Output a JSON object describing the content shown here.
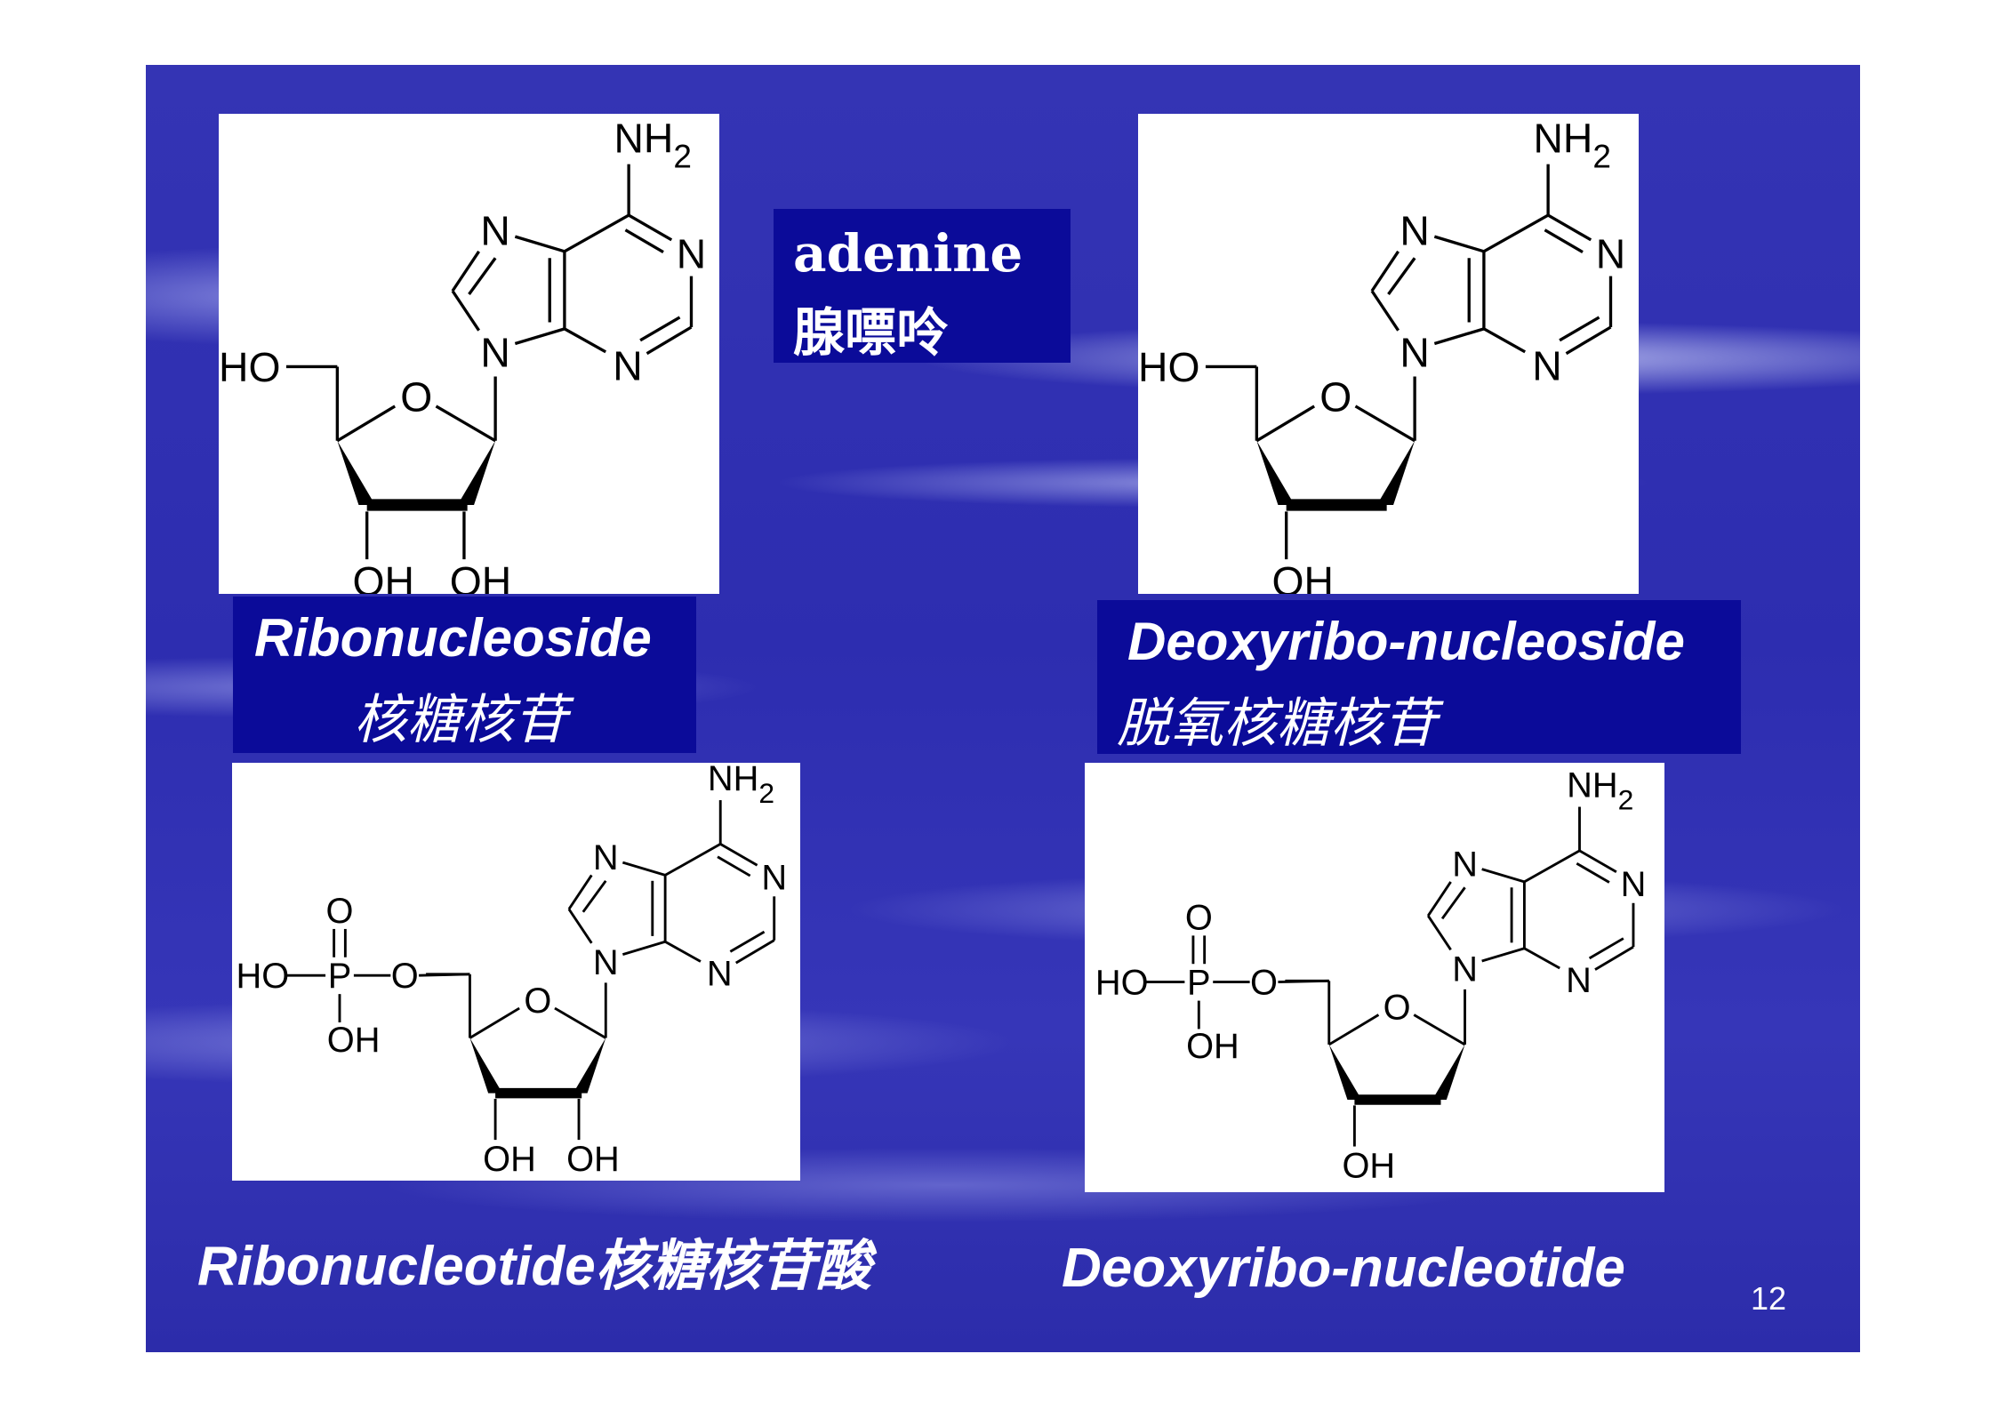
{
  "adenine_box": {
    "name": "adenine",
    "chinese": "腺嘌呤"
  },
  "ribonucleoside": {
    "name": "Ribonucleoside",
    "chinese": "核糖核苷"
  },
  "deoxyribonucleoside": {
    "name": "Deoxyribo-nucleoside",
    "chinese": "脱氧核糖核苷"
  },
  "ribonucleotide": {
    "caption": "Ribonucleotide核糖核苷酸"
  },
  "deoxyribonucleotide": {
    "caption": "Deoxyribo-nucleotide"
  },
  "atoms": {
    "nh2": "NH",
    "sub2": "2",
    "n": "N",
    "o": "O",
    "ho": "HO",
    "oh": "OH",
    "p": "P"
  },
  "page_number": "12",
  "colors": {
    "slide_bg": "#2f2fb0",
    "label_bg": "#0b0b99",
    "text": "#ffffff"
  }
}
